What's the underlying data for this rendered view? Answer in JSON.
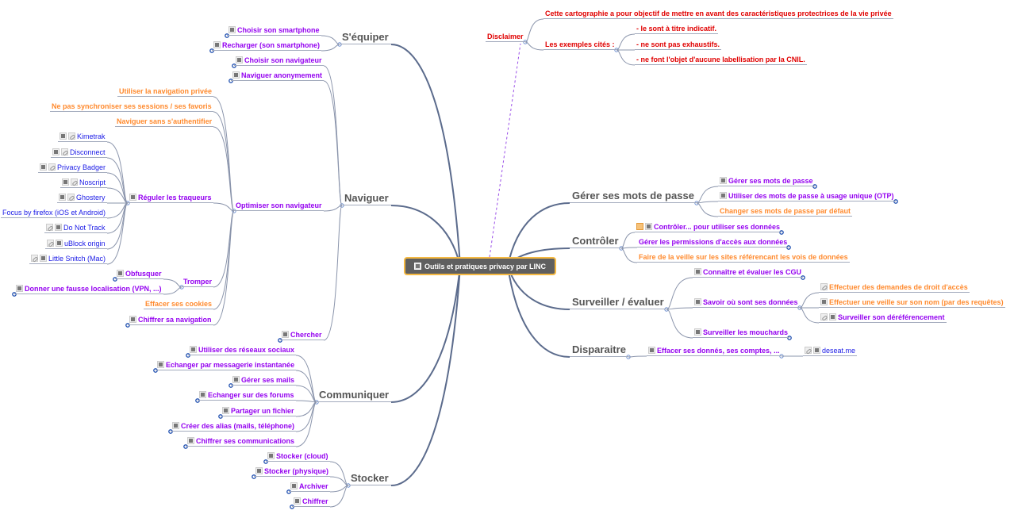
{
  "colors": {
    "purple": "#9400f0",
    "orange": "#ff8a2e",
    "red": "#e00000",
    "blue": "#1a1ae6",
    "line": "#5b6b8c"
  },
  "center": {
    "label": "Outils et pratiques privacy par LINC",
    "icons": [
      "note"
    ]
  },
  "branches": [
    {
      "label": "Disclaimer",
      "color": "red",
      "children": [
        {
          "label": "Cette cartographie a pour objectif de mettre en avant des caractéristiques protectrices de la vie privée",
          "color": "red"
        },
        {
          "label": "Les exemples cités :",
          "color": "red",
          "children": [
            {
              "label": "- le sont à titre indicatif.",
              "color": "red"
            },
            {
              "label": "- ne sont pas exhaustifs.",
              "color": "red"
            },
            {
              "label": "- ne font l'objet d'aucune labellisation par la CNIL.",
              "color": "red"
            }
          ]
        }
      ]
    },
    {
      "label": "Gérer ses mots de passe",
      "main": true,
      "children": [
        {
          "label": "Gérer ses mots de passe",
          "color": "purple",
          "icons": [
            "note"
          ],
          "collapsed": true
        },
        {
          "label": "Utiliser des mots de passe à usage unique (OTP)",
          "color": "purple",
          "icons": [
            "note"
          ],
          "collapsed": true
        },
        {
          "label": "Changer ses mots de passe par défaut",
          "color": "orange"
        }
      ]
    },
    {
      "label": "Contrôler",
      "main": true,
      "children": [
        {
          "label": "Contrôler... pour utiliser ses données",
          "color": "purple",
          "icons": [
            "task",
            "note"
          ],
          "collapsed": true
        },
        {
          "label": "Gérer les permissions d'accès aux données",
          "color": "purple",
          "collapsed": true
        },
        {
          "label": "Faire de la veille sur les sites référencant les vois de données",
          "color": "orange"
        }
      ]
    },
    {
      "label": "Surveiller / évaluer",
      "main": true,
      "children": [
        {
          "label": "Connaître et évaluer les CGU",
          "color": "purple",
          "icons": [
            "note"
          ],
          "collapsed": true
        },
        {
          "label": "Savoir où sont ses données",
          "color": "purple",
          "icons": [
            "note"
          ],
          "children": [
            {
              "label": "Effectuer des demandes de droit d'accès",
              "color": "orange",
              "icons": [
                "link"
              ]
            },
            {
              "label": "Effectuer une veille sur son nom (par des requêtes)",
              "color": "orange",
              "icons": [
                "note"
              ]
            },
            {
              "label": "Surveiller son déréférencement",
              "color": "purple",
              "icons": [
                "link",
                "note"
              ]
            }
          ]
        },
        {
          "label": "Surveiller les mouchards",
          "color": "purple",
          "icons": [
            "note"
          ],
          "collapsed": true
        }
      ]
    },
    {
      "label": "Disparaitre",
      "main": true,
      "children": [
        {
          "label": "Effacer ses donnés, ses comptes, ...",
          "color": "purple",
          "icons": [
            "note"
          ],
          "children": [
            {
              "label": "deseat.me",
              "color": "blue",
              "icons": [
                "link",
                "note"
              ]
            }
          ]
        }
      ]
    },
    {
      "label": "S'équiper",
      "main": true,
      "children": [
        {
          "label": "Choisir son smartphone",
          "color": "purple",
          "icons": [
            "note"
          ],
          "collapsed": true
        },
        {
          "label": "Recharger (son smartphone)",
          "color": "purple",
          "icons": [
            "note"
          ],
          "collapsed": true
        }
      ]
    },
    {
      "label": "Naviguer",
      "main": true,
      "children": [
        {
          "label": "Choisir son navigateur",
          "color": "purple",
          "icons": [
            "note"
          ],
          "collapsed": true
        },
        {
          "label": "Naviguer anonymement",
          "color": "purple",
          "icons": [
            "note"
          ],
          "collapsed": true
        },
        {
          "label": "Optimiser son navigateur",
          "color": "purple",
          "children": [
            {
              "label": "Utiliser la navigation privée",
              "color": "orange"
            },
            {
              "label": "Ne pas synchroniser ses sessions / ses favoris",
              "color": "orange"
            },
            {
              "label": "Naviguer sans s'authentifier",
              "color": "orange"
            },
            {
              "label": "Réguler les traqueurs",
              "color": "purple",
              "icons": [
                "note"
              ],
              "children": [
                {
                  "label": "Kimetrak",
                  "color": "blue",
                  "icons": [
                    "note",
                    "link"
                  ]
                },
                {
                  "label": "Disconnect",
                  "color": "blue",
                  "icons": [
                    "note",
                    "link"
                  ]
                },
                {
                  "label": "Privacy Badger",
                  "color": "blue",
                  "icons": [
                    "note",
                    "link"
                  ]
                },
                {
                  "label": "Noscript",
                  "color": "blue",
                  "icons": [
                    "note",
                    "link"
                  ]
                },
                {
                  "label": "Ghostery",
                  "color": "blue",
                  "icons": [
                    "note",
                    "link"
                  ]
                },
                {
                  "label": "Focus by firefox (iOS et Android)",
                  "color": "blue"
                },
                {
                  "label": "Do Not Track",
                  "color": "blue",
                  "icons": [
                    "link",
                    "note"
                  ]
                },
                {
                  "label": "uBlock origin",
                  "color": "blue",
                  "icons": [
                    "link",
                    "note"
                  ]
                },
                {
                  "label": "Little Snitch (Mac)",
                  "color": "blue",
                  "icons": [
                    "link",
                    "note"
                  ]
                }
              ]
            },
            {
              "label": "Tromper",
              "color": "purple",
              "children": [
                {
                  "label": "Obfusquer",
                  "color": "purple",
                  "icons": [
                    "note"
                  ],
                  "collapsed": true
                },
                {
                  "label": "Donner une fausse localisation (VPN, ...)",
                  "color": "purple",
                  "icons": [
                    "note"
                  ],
                  "collapsed": true
                }
              ]
            },
            {
              "label": "Effacer ses cookies",
              "color": "orange"
            },
            {
              "label": "Chiffrer sa navigation",
              "color": "purple",
              "icons": [
                "note"
              ],
              "collapsed": true
            }
          ]
        },
        {
          "label": "Chercher",
          "color": "purple",
          "icons": [
            "note"
          ],
          "collapsed": true
        }
      ]
    },
    {
      "label": "Communiquer",
      "main": true,
      "children": [
        {
          "label": "Utiliser des réseaux sociaux",
          "color": "purple",
          "icons": [
            "note"
          ],
          "collapsed": true
        },
        {
          "label": "Echanger par messagerie instantanée",
          "color": "purple",
          "icons": [
            "note"
          ],
          "collapsed": true
        },
        {
          "label": "Gérer ses mails",
          "color": "purple",
          "icons": [
            "note"
          ],
          "collapsed": true
        },
        {
          "label": "Echanger sur des forums",
          "color": "purple",
          "icons": [
            "note"
          ],
          "collapsed": true
        },
        {
          "label": "Partager un fichier",
          "color": "purple",
          "icons": [
            "note"
          ],
          "collapsed": true
        },
        {
          "label": "Créer des alias (mails, téléphone)",
          "color": "purple",
          "icons": [
            "note"
          ],
          "collapsed": true
        },
        {
          "label": "Chiffrer ses communications",
          "color": "purple",
          "icons": [
            "note"
          ],
          "collapsed": true
        }
      ]
    },
    {
      "label": "Stocker",
      "main": true,
      "children": [
        {
          "label": "Stocker (cloud)",
          "color": "purple",
          "icons": [
            "note"
          ],
          "collapsed": true
        },
        {
          "label": "Stocker (physique)",
          "color": "purple",
          "icons": [
            "note"
          ],
          "collapsed": true
        },
        {
          "label": "Archiver",
          "color": "purple",
          "icons": [
            "note"
          ],
          "collapsed": true
        },
        {
          "label": "Chiffrer",
          "color": "purple",
          "icons": [
            "note"
          ],
          "collapsed": true
        }
      ]
    }
  ]
}
